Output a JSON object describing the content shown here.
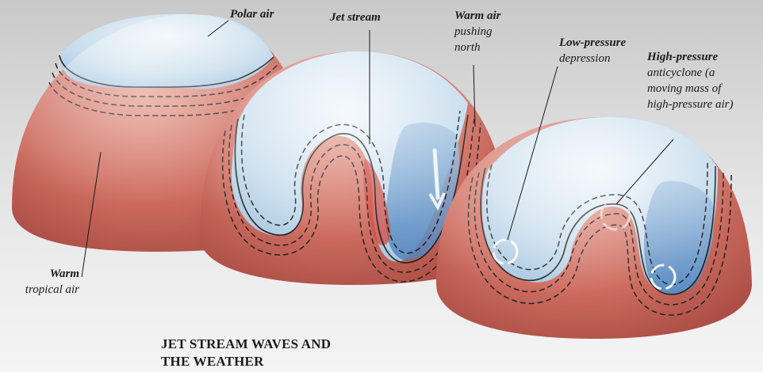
{
  "title": {
    "line1": "JET STREAM WAVES AND",
    "line2": "THE WEATHER"
  },
  "labels": {
    "polar_air": {
      "bold": "Polar air"
    },
    "jet_stream": {
      "bold": "Jet stream"
    },
    "warm_air": {
      "bold": "Warm air",
      "line2": "pushing",
      "line3": "north"
    },
    "low_pressure": {
      "bold": "Low-pressure",
      "line2": "depression"
    },
    "high_pressure": {
      "bold": "High-pressure",
      "line2": "anticyclone (a",
      "line3": "moving mass of",
      "line4": "high-pressure air)"
    },
    "warm_tropical": {
      "bold": "Warm",
      "line2": "tropical air"
    }
  },
  "colors": {
    "warm_red": "#c8645a",
    "polar_blue": "#bcd6e8",
    "deep_blue": "#6e9ccc",
    "front_line": "#2a2a2a"
  }
}
